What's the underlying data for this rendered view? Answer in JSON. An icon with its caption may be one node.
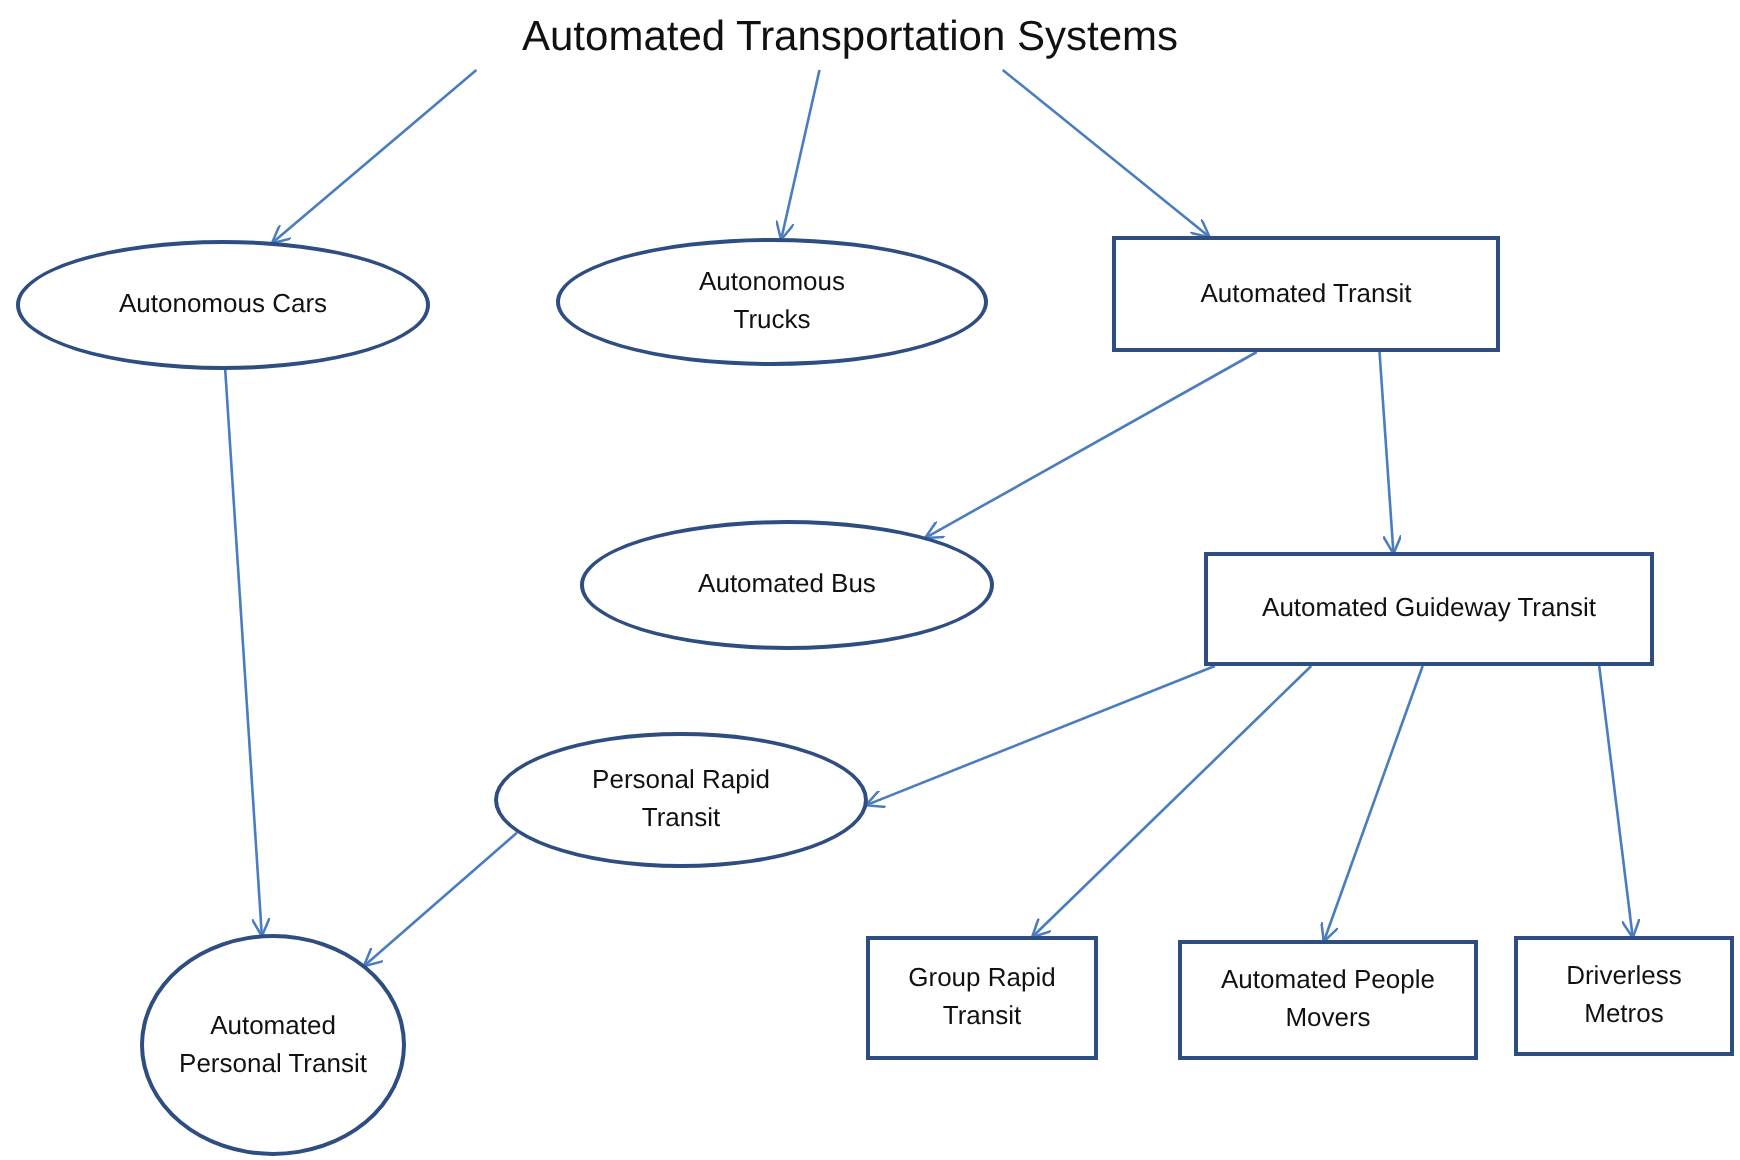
{
  "diagram": {
    "nodes": [
      {
        "text": [
          "Automated Transportation Systems"
        ]
      },
      {
        "text": [
          "Autonomous Cars"
        ]
      },
      {
        "text": [
          "Autonomous Trucks"
        ]
      },
      {
        "text": [
          "Automated Transit"
        ]
      },
      {
        "text": [
          "Automated Bus"
        ]
      },
      {
        "text": [
          "Automated Guideway Transit"
        ]
      },
      {
        "text": [
          "Personal Rapid Transit"
        ]
      },
      {
        "text": [
          "Automated Personal Transit"
        ]
      },
      {
        "text": [
          "Group Rapid Transit"
        ]
      },
      {
        "text": [
          "Automated People Movers"
        ]
      },
      {
        "text": [
          "Driverless Metros"
        ]
      }
    ],
    "edges": [
      {
        "from": 0,
        "to": 1,
        "arrow": "to"
      },
      {
        "from": 0,
        "to": 2,
        "arrow": "to"
      },
      {
        "from": 0,
        "to": 3,
        "arrow": "to"
      },
      {
        "from": 3,
        "to": 4,
        "arrow": "to"
      },
      {
        "from": 3,
        "to": 5,
        "arrow": "to"
      },
      {
        "from": 5,
        "to": 6,
        "arrow": "to"
      },
      {
        "from": 5,
        "to": 8,
        "arrow": "to"
      },
      {
        "from": 5,
        "to": 9,
        "arrow": "to"
      },
      {
        "from": 5,
        "to": 10,
        "arrow": "to"
      },
      {
        "from": 1,
        "to": 7,
        "arrow": "to"
      },
      {
        "from": 6,
        "to": 7,
        "arrow": "to"
      }
    ]
  }
}
